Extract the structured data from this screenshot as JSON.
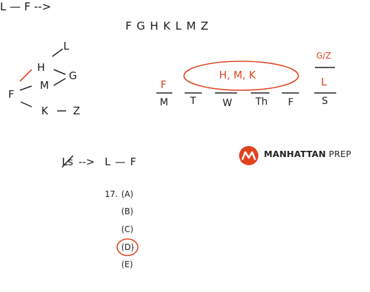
{
  "title": "F G H K L M Z",
  "colors": {
    "ink": "#1a1a1a",
    "accent": "#e0431f"
  },
  "tree": {
    "f": "F",
    "h": "H",
    "l": "L",
    "m": "M",
    "g": "G",
    "k": "K",
    "z": "Z"
  },
  "schedule": {
    "slots": [
      "M",
      "T",
      "W",
      "Th",
      "F",
      "S"
    ],
    "above_m": "F",
    "group": "H, M, K",
    "above_s": "L",
    "above_s_top": "G/Z"
  },
  "rule": {
    "crossed": "Ls",
    "arrow": "-->",
    "l": "L",
    "dash": "—",
    "f": "F"
  },
  "question": {
    "number": "17.",
    "options": [
      "(A)",
      "(B)",
      "(C)",
      "(D)",
      "(E)"
    ],
    "selected": "(D)"
  },
  "brand": {
    "logo_icon": "manhattan-prep-logo-icon",
    "word1": "MANHATTAN",
    "word2": "PREP"
  }
}
